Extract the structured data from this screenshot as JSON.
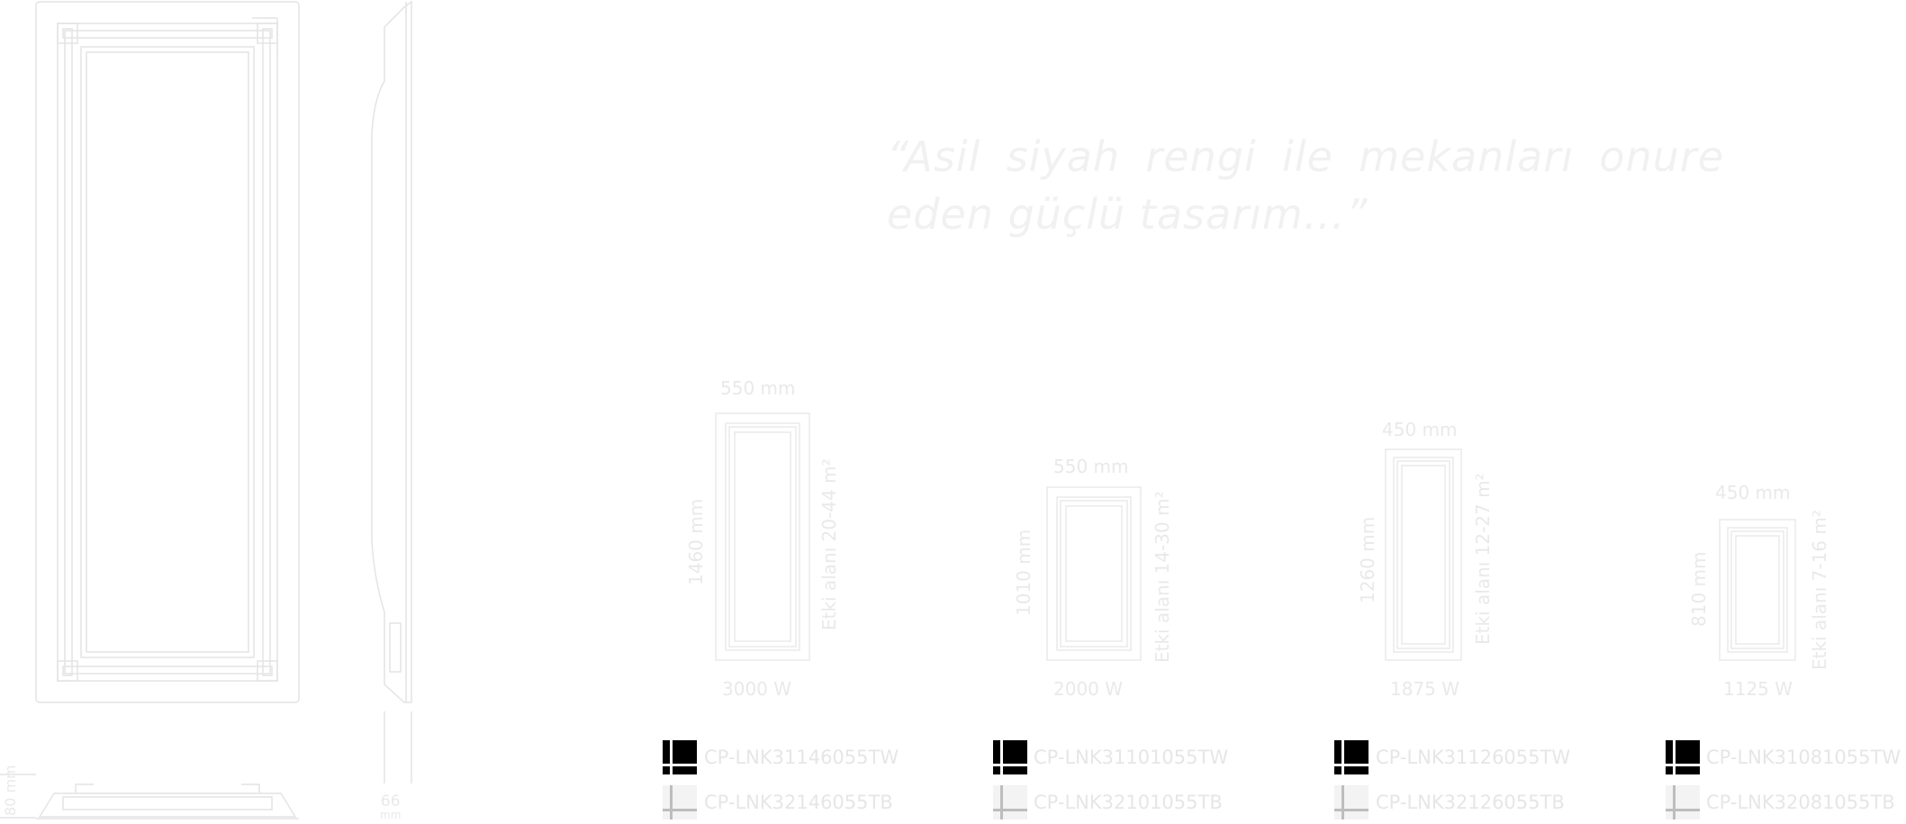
{
  "colors": {
    "background": "#ffffff",
    "text_faint": "#e9e9e9",
    "swatch_black": "#000000",
    "swatch_white": "#f3f3f3",
    "line_art": "#e4e4e4"
  },
  "quote": "“Asil siyah rengi ile mekanları onure eden güçlü tasarım…”",
  "technical_drawing": {
    "depth_value": "80",
    "depth_unit": "mm",
    "width_value": "66",
    "width_unit": "mm"
  },
  "models": [
    {
      "width": "550 mm",
      "height": "1460 mm",
      "area": "Etki alanı 20-44 m²",
      "power": "3000 W",
      "code_black": "CP-LNK31146055TW",
      "code_white": "CP-LNK32146055TB"
    },
    {
      "width": "550 mm",
      "height": "1010 mm",
      "area": "Etki alanı 14-30 m²",
      "power": "2000 W",
      "code_black": "CP-LNK31101055TW",
      "code_white": "CP-LNK32101055TB"
    },
    {
      "width": "450 mm",
      "height": "1260 mm",
      "area": "Etki alanı 12-27 m²",
      "power": "1875 W",
      "code_black": "CP-LNK31126055TW",
      "code_white": "CP-LNK32126055TB"
    },
    {
      "width": "450 mm",
      "height": "810 mm",
      "area": "Etki alanı 7-16 m²",
      "power": "1125 W",
      "code_black": "CP-LNK31081055TW",
      "code_white": "CP-LNK32081055TB"
    }
  ],
  "icons": [
    "panel-front-drawing-icon",
    "panel-side-drawing-icon",
    "panel-top-drawing-icon",
    "color-swatch-icon"
  ]
}
